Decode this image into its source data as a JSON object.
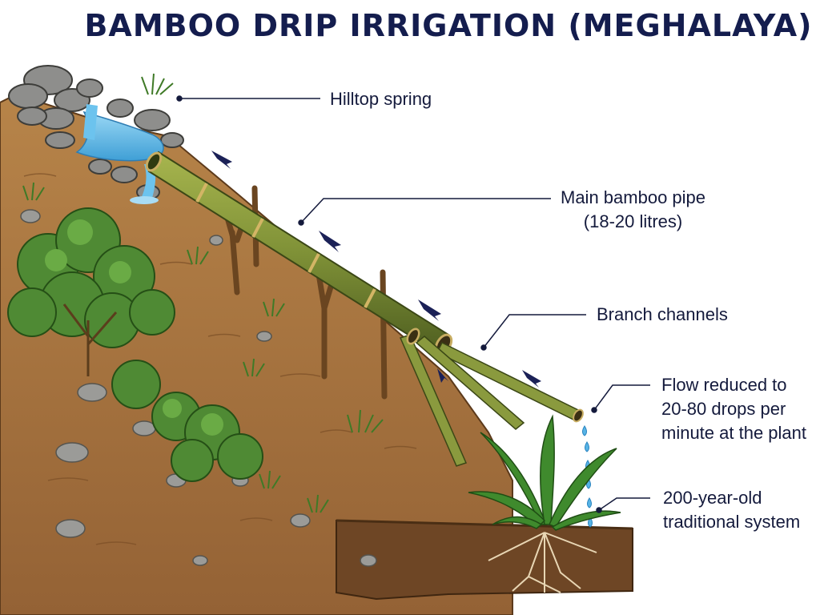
{
  "title": "BAMBOO DRIP IRRIGATION (MEGHALAYA)",
  "labels": {
    "spring": "Hilltop spring",
    "main_pipe": [
      "Main bamboo pipe",
      "(18-20 litres)"
    ],
    "branch": "Branch channels",
    "flow": [
      "Flow reduced to",
      "20-80 drops per",
      "minute at the plant"
    ],
    "system": [
      "200-year-old",
      "traditional system"
    ]
  },
  "colors": {
    "title": "#141d4e",
    "bamboo": "#7f9137",
    "soil": "#a9773f",
    "water": "#57b4e6",
    "foliage": "#4f8a34",
    "arrow": "#1b2157"
  }
}
